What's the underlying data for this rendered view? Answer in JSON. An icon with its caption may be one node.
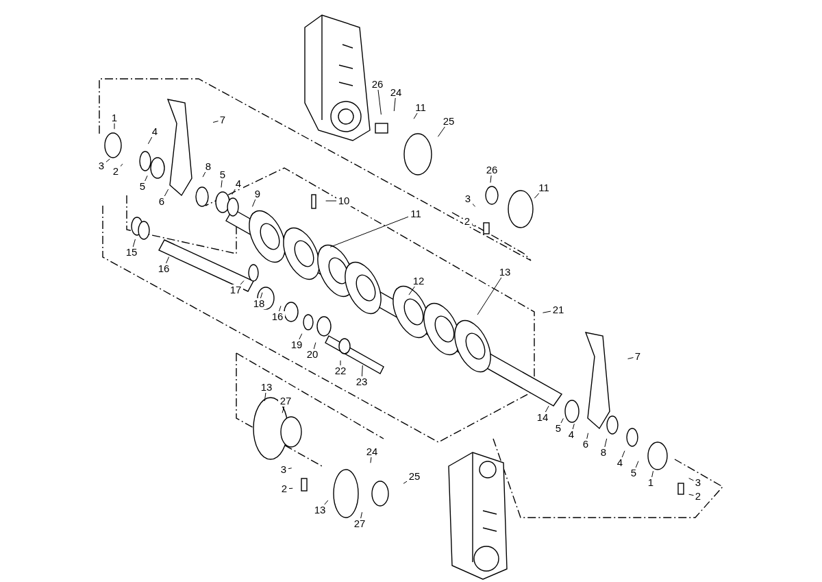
{
  "diagram": {
    "nodes": [
      {
        "text": [
          "1"
        ]
      },
      {
        "text": [
          "3"
        ]
      },
      {
        "text": [
          "2"
        ]
      },
      {
        "text": [
          "4"
        ]
      },
      {
        "text": [
          "5"
        ]
      },
      {
        "text": [
          "7"
        ]
      },
      {
        "text": [
          "8"
        ]
      },
      {
        "text": [
          "6"
        ]
      },
      {
        "text": [
          "5"
        ]
      },
      {
        "text": [
          "4"
        ]
      },
      {
        "text": [
          "9"
        ]
      },
      {
        "text": [
          "10"
        ]
      },
      {
        "text": [
          "26"
        ]
      },
      {
        "text": [
          "24"
        ]
      },
      {
        "text": [
          "11"
        ]
      },
      {
        "text": [
          "25"
        ]
      },
      {
        "text": [
          "26"
        ]
      },
      {
        "text": [
          "11"
        ]
      },
      {
        "text": [
          "3"
        ]
      },
      {
        "text": [
          "2"
        ]
      },
      {
        "text": [
          "11"
        ]
      },
      {
        "text": [
          "15"
        ]
      },
      {
        "text": [
          "16"
        ]
      },
      {
        "text": [
          "17"
        ]
      },
      {
        "text": [
          "18"
        ]
      },
      {
        "text": [
          "16"
        ]
      },
      {
        "text": [
          "19"
        ]
      },
      {
        "text": [
          "20"
        ]
      },
      {
        "text": [
          "12"
        ]
      },
      {
        "text": [
          "13"
        ]
      },
      {
        "text": [
          "21"
        ]
      },
      {
        "text": [
          "22"
        ]
      },
      {
        "text": [
          "23"
        ]
      },
      {
        "text": [
          "13"
        ]
      },
      {
        "text": [
          "27"
        ]
      },
      {
        "text": [
          "3"
        ]
      },
      {
        "text": [
          "2"
        ]
      },
      {
        "text": [
          "24"
        ]
      },
      {
        "text": [
          "25"
        ]
      },
      {
        "text": [
          "13"
        ]
      },
      {
        "text": [
          "27"
        ]
      },
      {
        "text": [
          "7"
        ]
      },
      {
        "text": [
          "14"
        ]
      },
      {
        "text": [
          "5"
        ]
      },
      {
        "text": [
          "4"
        ]
      },
      {
        "text": [
          "6"
        ]
      },
      {
        "text": [
          "8"
        ]
      },
      {
        "text": [
          "4"
        ]
      },
      {
        "text": [
          "5"
        ]
      },
      {
        "text": [
          "1"
        ]
      },
      {
        "text": [
          "3"
        ]
      },
      {
        "text": [
          "2"
        ]
      }
    ],
    "edges": [
      {
        "from": 0,
        "to": null,
        "arrow": "none"
      },
      {
        "from": 1,
        "to": null,
        "arrow": "none"
      },
      {
        "from": 2,
        "to": null,
        "arrow": "none"
      },
      {
        "from": 3,
        "to": null,
        "arrow": "none"
      },
      {
        "from": 4,
        "to": null,
        "arrow": "none"
      },
      {
        "from": 5,
        "to": null,
        "arrow": "none"
      },
      {
        "from": 6,
        "to": null,
        "arrow": "none"
      },
      {
        "from": 7,
        "to": null,
        "arrow": "none"
      },
      {
        "from": 8,
        "to": null,
        "arrow": "none"
      },
      {
        "from": 9,
        "to": null,
        "arrow": "none"
      },
      {
        "from": 10,
        "to": null,
        "arrow": "none"
      },
      {
        "from": 11,
        "to": null,
        "arrow": "none"
      },
      {
        "from": 12,
        "to": null,
        "arrow": "none"
      },
      {
        "from": 13,
        "to": null,
        "arrow": "none"
      },
      {
        "from": 14,
        "to": null,
        "arrow": "none"
      },
      {
        "from": 15,
        "to": null,
        "arrow": "none"
      },
      {
        "from": 16,
        "to": null,
        "arrow": "none"
      },
      {
        "from": 17,
        "to": null,
        "arrow": "none"
      },
      {
        "from": 18,
        "to": null,
        "arrow": "none"
      },
      {
        "from": 19,
        "to": null,
        "arrow": "none"
      },
      {
        "from": 20,
        "to": null,
        "arrow": "none"
      },
      {
        "from": 21,
        "to": null,
        "arrow": "none"
      },
      {
        "from": 22,
        "to": null,
        "arrow": "none"
      },
      {
        "from": 23,
        "to": null,
        "arrow": "none"
      },
      {
        "from": 24,
        "to": null,
        "arrow": "none"
      },
      {
        "from": 25,
        "to": null,
        "arrow": "none"
      },
      {
        "from": 26,
        "to": null,
        "arrow": "none"
      },
      {
        "from": 27,
        "to": null,
        "arrow": "none"
      },
      {
        "from": 28,
        "to": null,
        "arrow": "none"
      },
      {
        "from": 29,
        "to": null,
        "arrow": "none"
      },
      {
        "from": 30,
        "to": null,
        "arrow": "none"
      },
      {
        "from": 31,
        "to": null,
        "arrow": "none"
      },
      {
        "from": 32,
        "to": null,
        "arrow": "none"
      },
      {
        "from": 33,
        "to": null,
        "arrow": "none"
      },
      {
        "from": 34,
        "to": null,
        "arrow": "none"
      },
      {
        "from": 35,
        "to": null,
        "arrow": "none"
      },
      {
        "from": 36,
        "to": null,
        "arrow": "none"
      },
      {
        "from": 37,
        "to": null,
        "arrow": "none"
      },
      {
        "from": 38,
        "to": null,
        "arrow": "none"
      },
      {
        "from": 39,
        "to": null,
        "arrow": "none"
      },
      {
        "from": 40,
        "to": null,
        "arrow": "none"
      },
      {
        "from": 41,
        "to": null,
        "arrow": "none"
      },
      {
        "from": 42,
        "to": null,
        "arrow": "none"
      },
      {
        "from": 43,
        "to": null,
        "arrow": "none"
      },
      {
        "from": 44,
        "to": null,
        "arrow": "none"
      },
      {
        "from": 45,
        "to": null,
        "arrow": "none"
      },
      {
        "from": 46,
        "to": null,
        "arrow": "none"
      },
      {
        "from": 47,
        "to": null,
        "arrow": "none"
      },
      {
        "from": 48,
        "to": null,
        "arrow": "none"
      },
      {
        "from": 49,
        "to": null,
        "arrow": "none"
      },
      {
        "from": 50,
        "to": null,
        "arrow": "none"
      },
      {
        "from": 51,
        "to": null,
        "arrow": "none"
      }
    ]
  }
}
